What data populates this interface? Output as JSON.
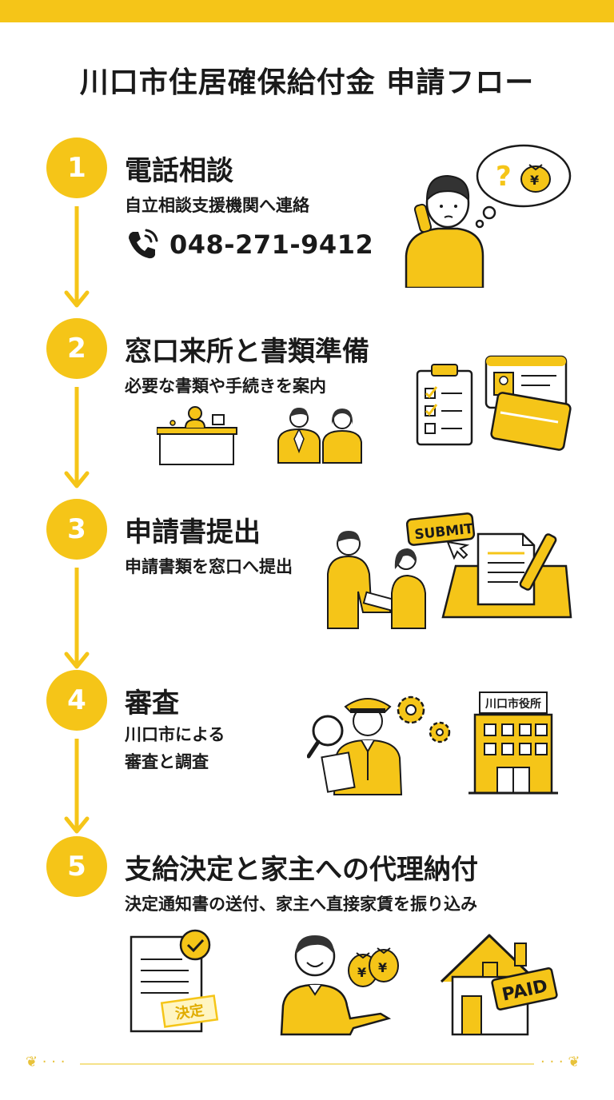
{
  "title": "川口市住居確保給付金 申請フロー",
  "colors": {
    "accent": "#f5c518",
    "text": "#1a1a1a"
  },
  "steps": [
    {
      "number": "1",
      "title": "電話相談",
      "subtitle": "自立相談支援機関へ連絡",
      "phone": "048-271-9412"
    },
    {
      "number": "2",
      "title": "窓口来所と書類準備",
      "subtitle": "必要な書類や手続きを案内"
    },
    {
      "number": "3",
      "title": "申請書提出",
      "subtitle": "申請書類を窓口へ提出"
    },
    {
      "number": "4",
      "title": "審査",
      "subtitle_line1": "川口市による",
      "subtitle_line2": "審査と調査"
    },
    {
      "number": "5",
      "title": "支給決定と家主への代理納付",
      "subtitle": "決定通知書の送付、家主へ直接家賃を振り込み"
    }
  ],
  "labels": {
    "submit": "SUBMIT",
    "city_hall": "川口市役所",
    "decision_stamp": "決定",
    "paid": "PAID",
    "yen": "¥"
  }
}
